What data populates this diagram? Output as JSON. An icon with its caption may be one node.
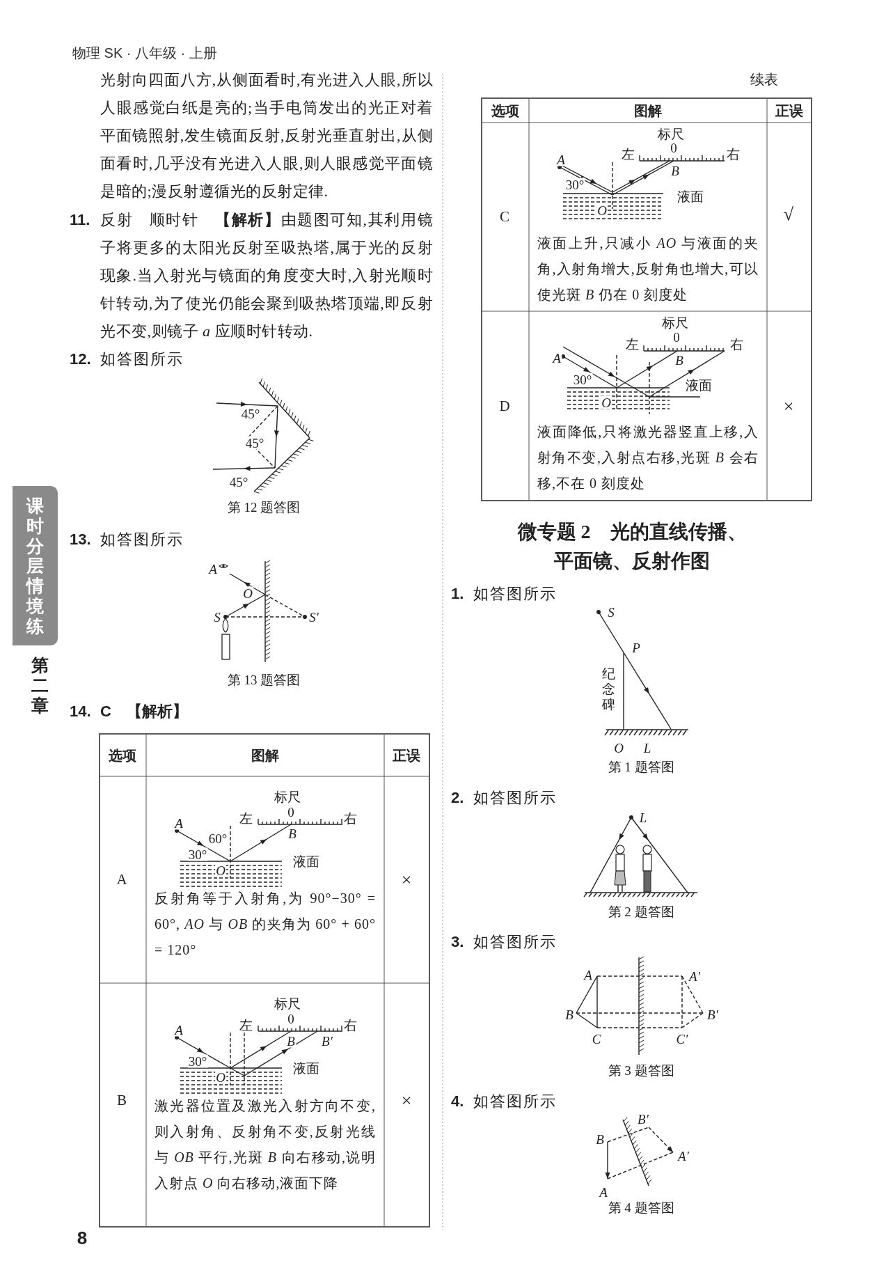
{
  "diagram": {
    "labels": [
      "物理 SK · 八年级 · 上册",
      "光射向四面八方,从侧面看时,有光进入人眼,所以人眼感觉白纸是亮的;当手电筒发出的光正对着平面镜照射,发生镜面反射,反射光垂直射出,从侧面看时,几乎没有光进入人眼,则人眼感觉平面镜是暗的;漫反射遵循光的反射定律.",
      "11.",
      "反射　顺时针　**【解析】**由题图可知,其利用镜子将更多的太阳光反射至吸热塔,属于光的反射现象.当入射光与镜面的角度变大时,入射光顺时针转动,为了使光仍能会聚到吸热塔顶端,即反射光不变,则镜子 *a* 应顺时针转动.",
      "12.",
      "如答图所示",
      "45°",
      "45°",
      "45°",
      "第 12 题答图",
      "13.",
      "如答图所示",
      "A",
      "O",
      "S",
      "S′",
      "第 13 题答图",
      "14.",
      "C　【解析】",
      "选项",
      "图解",
      "正误",
      "A",
      "标尺",
      "0",
      "A",
      "左",
      "右",
      "60°",
      "B",
      "30°",
      "O",
      "液面",
      "反射角等于入射角,为 90°−30° = 60°, *AO* 与 *OB* 的夹角为 60° + 60° = 120°",
      "×",
      "B",
      "标尺",
      "0",
      "A",
      "左",
      "右",
      "B",
      "B′",
      "30°",
      "O",
      "液面",
      "激光器位置及激光入射方向不变,则入射角、反射角不变,反射光线与 *OB* 平行,光斑 *B* 向右移动,说明入射点 *O* 向右移动,液面下降",
      "×",
      "续表",
      "选项",
      "图解",
      "正误",
      "C",
      "标尺",
      "0",
      "A",
      "左",
      "右",
      "B",
      "30°",
      "O",
      "液面",
      "液面上升,只减小 *AO* 与液面的夹角,入射角增大,反射角也增大,可以使光斑 *B* 仍在 0 刻度处",
      "√",
      "D",
      "标尺",
      "0",
      "左",
      "右",
      "A",
      "B",
      "30°",
      "O",
      "液面",
      "液面降低,只将激光器竖直上移,入射角不变,入射点右移,光斑 *B* 会右移,不在 0 刻度处",
      "×",
      "微专题 2　光的直线传播、平面镜、反射作图",
      "1.",
      "如答图所示",
      "S",
      "P",
      "纪念碑",
      "O",
      "L",
      "第 1 题答图",
      "2.",
      "如答图所示",
      "L",
      "第 2 题答图",
      "3.",
      "如答图所示",
      "A",
      "A′",
      "B",
      "B′",
      "C",
      "C′",
      "第 3 题答图",
      "4.",
      "如答图所示",
      "B′",
      "B",
      "A′",
      "A",
      "第 4 题答图",
      "课时分层情境练",
      "第二章",
      "8"
    ]
  }
}
